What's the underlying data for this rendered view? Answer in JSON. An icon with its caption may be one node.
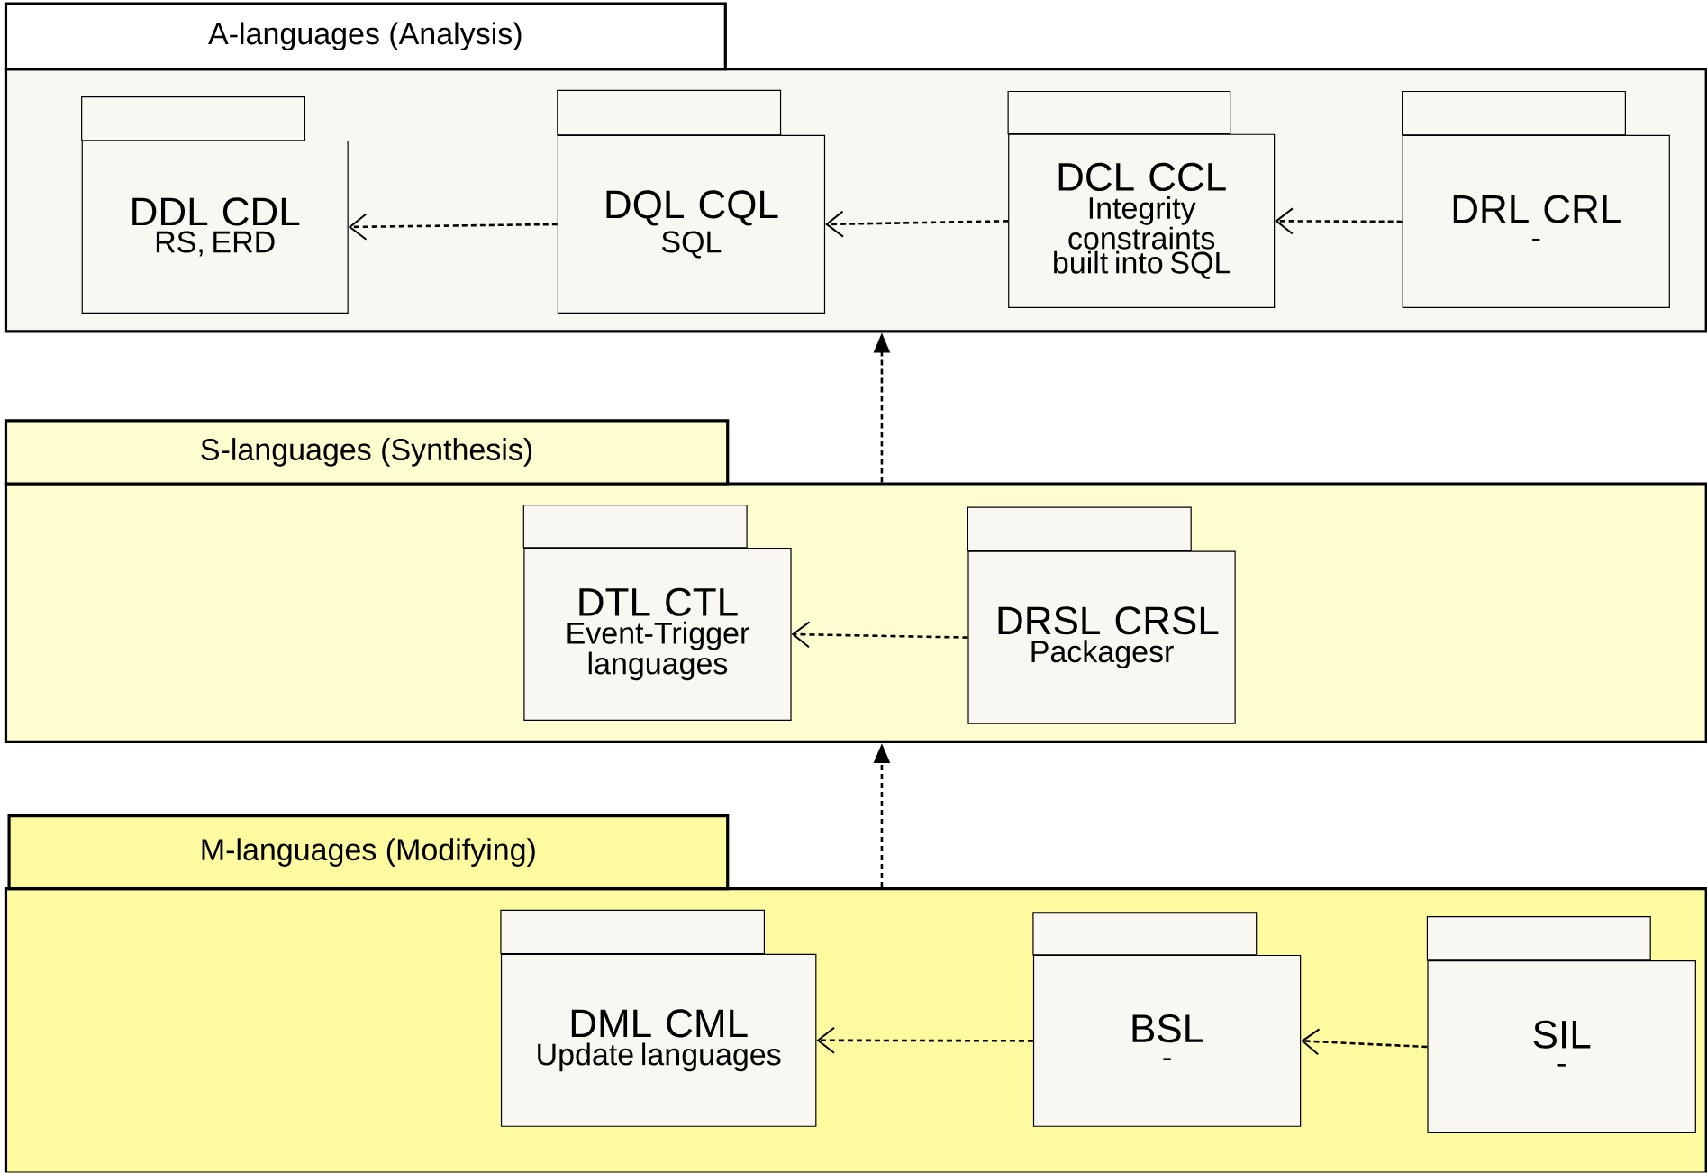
{
  "diagram": {
    "nodes": [
      {
        "text": [
          "A-languages (Analysis)"
        ]
      },
      {
        "text": [
          "DDL CDL",
          "RS, ERD"
        ],
        "in": 0
      },
      {
        "text": [
          "DQL CQL",
          "SQL"
        ],
        "in": 0
      },
      {
        "text": [
          "DCL CCL",
          "Integrity constraints built into SQL"
        ],
        "in": 0
      },
      {
        "text": [
          "DRL CRL",
          "-"
        ],
        "in": 0
      },
      {
        "text": [
          "S-languages (Synthesis)"
        ]
      },
      {
        "text": [
          "DTL CTL",
          "Event-Trigger languages"
        ],
        "in": 5
      },
      {
        "text": [
          "DRSL CRSL",
          "Packagesr"
        ],
        "in": 5
      },
      {
        "text": [
          "M-languages (Modifying)"
        ]
      },
      {
        "text": [
          "DML CML",
          "Update languages"
        ],
        "in": 8
      },
      {
        "text": [
          "BSL",
          "-"
        ],
        "in": 8
      },
      {
        "text": [
          "SIL",
          "-"
        ],
        "in": 8
      }
    ],
    "edges": [
      {
        "from": 2,
        "to": 1,
        "arrow": "to"
      },
      {
        "from": 3,
        "to": 2,
        "arrow": "to"
      },
      {
        "from": 4,
        "to": 3,
        "arrow": "to"
      },
      {
        "from": 7,
        "to": 6,
        "arrow": "to"
      },
      {
        "from": 10,
        "to": 9,
        "arrow": "to"
      },
      {
        "from": 11,
        "to": 10,
        "arrow": "to"
      },
      {
        "from": 5,
        "to": 0,
        "arrow": "to"
      },
      {
        "from": 8,
        "to": 5,
        "arrow": "to"
      }
    ]
  }
}
